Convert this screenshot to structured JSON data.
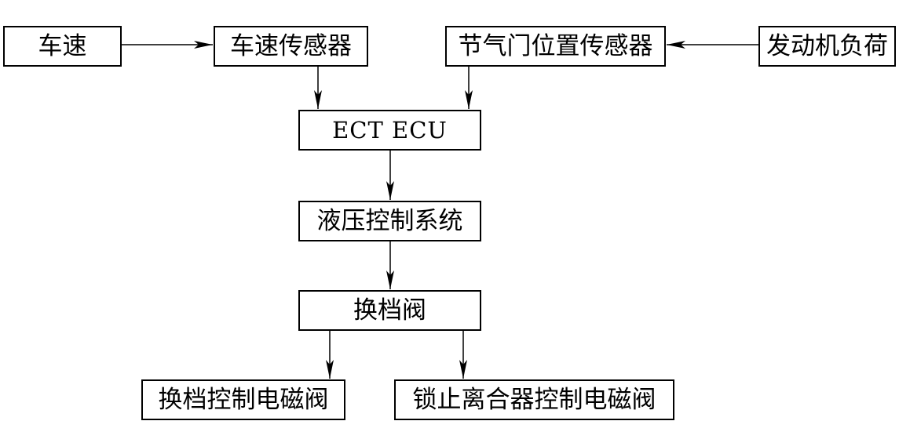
{
  "diagram": {
    "nodes": {
      "vehicle_speed": "车速",
      "speed_sensor": "车速传感器",
      "throttle_sensor": "节气门位置传感器",
      "engine_load": "发动机负荷",
      "ect_ecu": "ECT ECU",
      "hydraulic_control": "液压控制系统",
      "shift_valve": "换档阀",
      "shift_solenoid": "换档控制电磁阀",
      "lockup_solenoid": "锁止离合器控制电磁阀"
    },
    "edges": [
      {
        "from": "vehicle_speed",
        "to": "speed_sensor"
      },
      {
        "from": "engine_load",
        "to": "throttle_sensor"
      },
      {
        "from": "speed_sensor",
        "to": "ect_ecu"
      },
      {
        "from": "throttle_sensor",
        "to": "ect_ecu"
      },
      {
        "from": "ect_ecu",
        "to": "hydraulic_control"
      },
      {
        "from": "hydraulic_control",
        "to": "shift_valve"
      },
      {
        "from": "shift_valve",
        "to": "shift_solenoid"
      },
      {
        "from": "shift_valve",
        "to": "lockup_solenoid"
      }
    ],
    "line_color": "#000000"
  }
}
